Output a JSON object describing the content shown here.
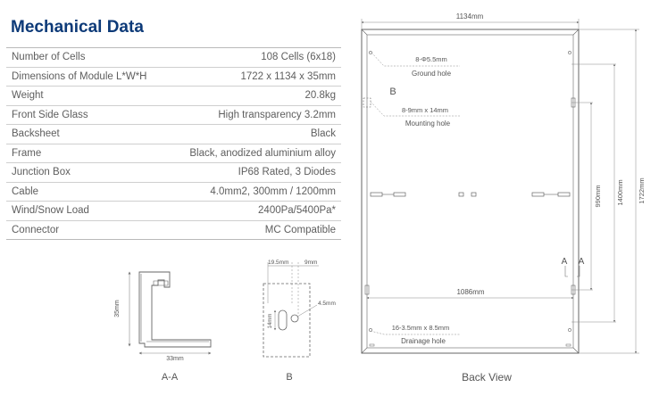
{
  "section_title": "Mechanical Data",
  "specs": [
    {
      "label": "Number of Cells",
      "value": "108 Cells (6x18)"
    },
    {
      "label": "Dimensions of Module L*W*H",
      "value": "1722 x 1134 x 35mm"
    },
    {
      "label": "Weight",
      "value": "20.8kg"
    },
    {
      "label": "Front Side Glass",
      "value": "High transparency 3.2mm"
    },
    {
      "label": "Backsheet",
      "value": "Black"
    },
    {
      "label": "Frame",
      "value": "Black, anodized aluminium alloy"
    },
    {
      "label": "Junction Box",
      "value": "IP68 Rated, 3 Diodes"
    },
    {
      "label": "Cable",
      "value": "4.0mm2, 300mm / 1200mm"
    },
    {
      "label": "Wind/Snow Load",
      "value": "2400Pa/5400Pa*"
    },
    {
      "label": "Connector",
      "value": "MC Compatible"
    }
  ],
  "section_aa": {
    "height": "35mm",
    "width": "33mm",
    "caption": "A-A"
  },
  "section_b": {
    "dim_left": "19.5mm",
    "dim_right": "9mm",
    "slot_len": "14mm",
    "hole_dia": "4.5mm",
    "caption": "B"
  },
  "back_view": {
    "width": "1134mm",
    "ground_hole_size": "8-Φ5.5mm",
    "ground_hole_label": "Ground hole",
    "marker_b": "B",
    "mounting_hole_size": "8-9mm x 14mm",
    "mounting_hole_label": "Mounting hole",
    "dim_990": "990mm",
    "dim_1400": "1400mm",
    "dim_1722": "1722mm",
    "marker_a_left": "A",
    "marker_a_right": "A",
    "dim_1086": "1086mm",
    "drainage_hole_size": "16-3.5mm x 8.5mm",
    "drainage_hole_label": "Drainage hole",
    "caption": "Back View"
  }
}
